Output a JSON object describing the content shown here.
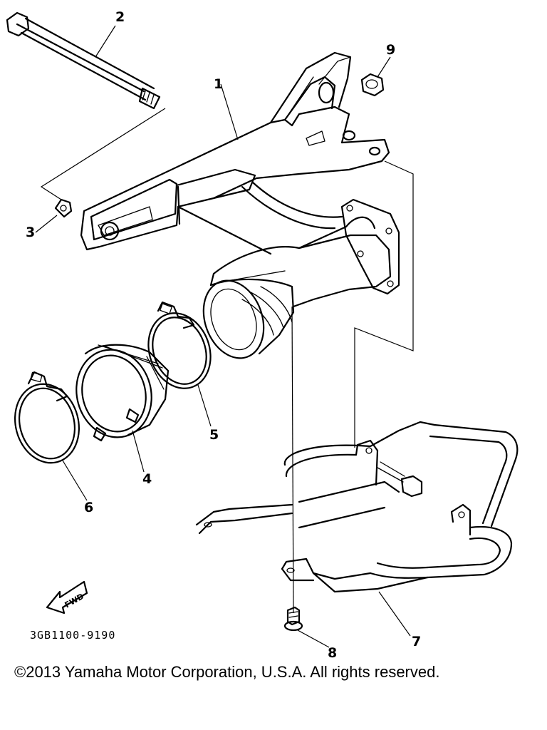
{
  "diagram": {
    "part_callouts": [
      {
        "id": "c1",
        "label": "1"
      },
      {
        "id": "c2",
        "label": "2"
      },
      {
        "id": "c3",
        "label": "3"
      },
      {
        "id": "c4",
        "label": "4"
      },
      {
        "id": "c5",
        "label": "5"
      },
      {
        "id": "c6",
        "label": "6"
      },
      {
        "id": "c7",
        "label": "7"
      },
      {
        "id": "c8",
        "label": "8"
      },
      {
        "id": "c9",
        "label": "9"
      }
    ],
    "fwd_arrow_label": "FWD",
    "drawing_code": "3GB1100-9190"
  },
  "footer": {
    "copyright": "©2013 Yamaha Motor Corporation, U.S.A. All rights reserved."
  }
}
